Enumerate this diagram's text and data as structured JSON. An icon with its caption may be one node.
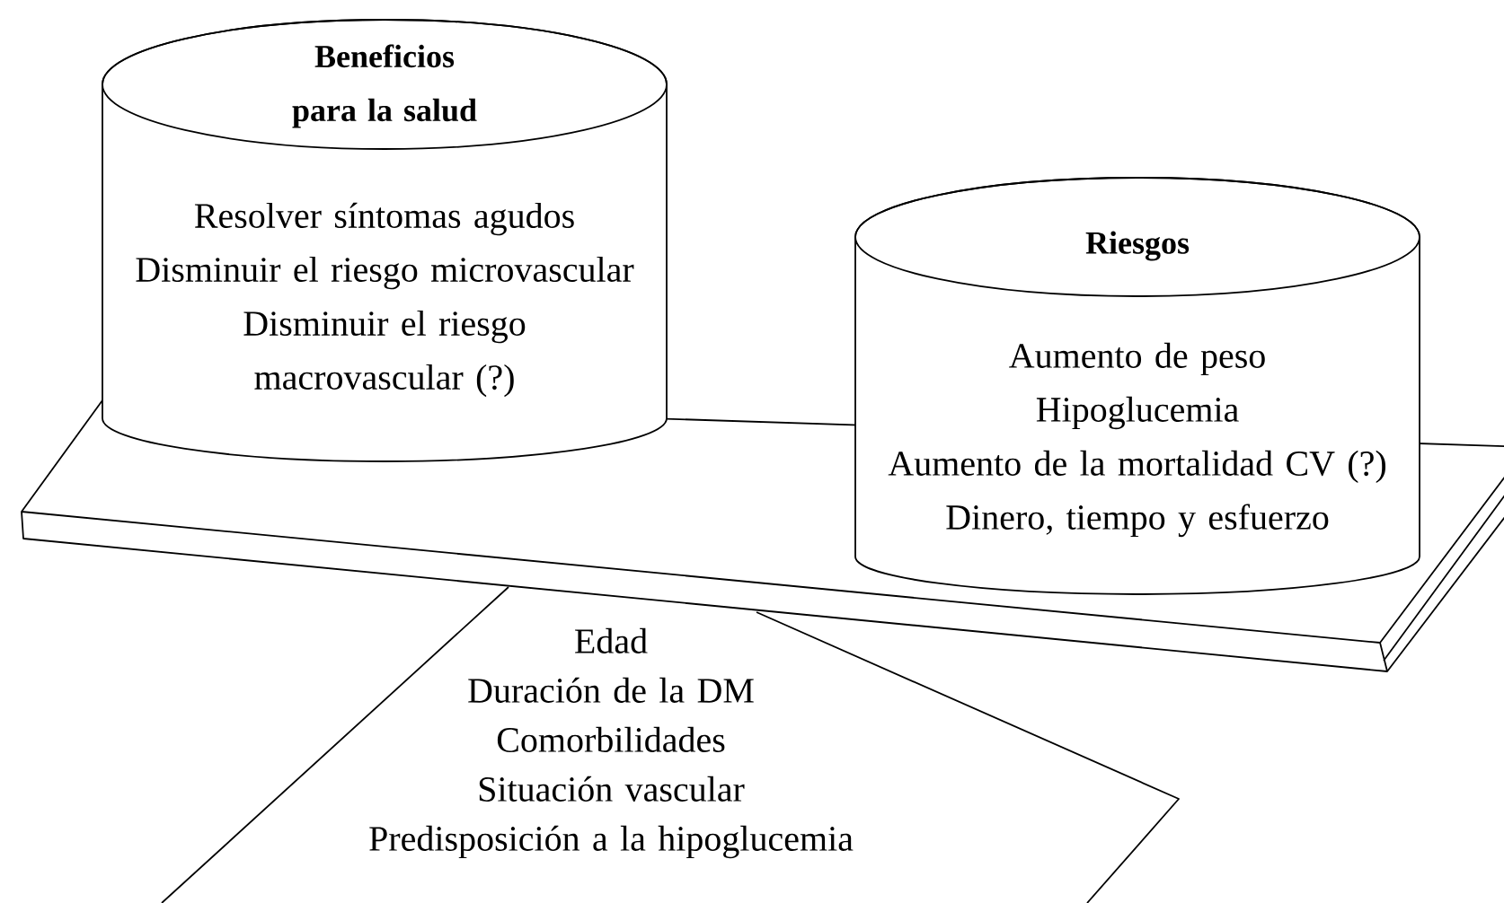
{
  "diagram": {
    "nodes": [
      {
        "text": [
          "Beneficios para la salud",
          "Resolver síntomas agudos",
          "Disminuir el riesgo microvascular",
          "Disminuir el riesgo macrovascular (?)"
        ]
      },
      {
        "text": [
          "Riesgos",
          "Aumento de peso",
          "Hipoglucemia",
          "Aumento de la mortalidad CV (?)",
          "Dinero, tiempo y esfuerzo"
        ]
      },
      {
        "text": [
          "Edad",
          "Duración de la DM",
          "Comorbilidades",
          "Situación vascular",
          "Predisposición a la hipoglucemia"
        ]
      }
    ],
    "edges": []
  }
}
